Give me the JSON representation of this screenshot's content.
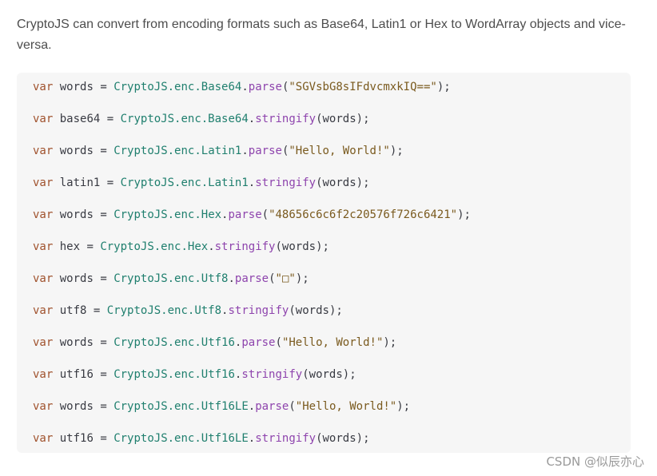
{
  "intro": {
    "text": "CryptoJS can convert from encoding formats such as Base64, Latin1 or Hex to WordArray objects and vice-versa."
  },
  "code": {
    "lines": [
      {
        "kw": "var",
        "var": "words",
        "obj": "CryptoJS.enc.Base64",
        "fn": "parse",
        "arg": "\"SGVsbG8sIFdvcmxkIQ==\"",
        "arg_type": "string"
      },
      {
        "kw": "var",
        "var": "base64",
        "obj": "CryptoJS.enc.Base64",
        "fn": "stringify",
        "arg": "words",
        "arg_type": "plain"
      },
      {
        "kw": "var",
        "var": "words",
        "obj": "CryptoJS.enc.Latin1",
        "fn": "parse",
        "arg": "\"Hello, World!\"",
        "arg_type": "string"
      },
      {
        "kw": "var",
        "var": "latin1",
        "obj": "CryptoJS.enc.Latin1",
        "fn": "stringify",
        "arg": "words",
        "arg_type": "plain"
      },
      {
        "kw": "var",
        "var": "words",
        "obj": "CryptoJS.enc.Hex",
        "fn": "parse",
        "arg": "\"48656c6c6f2c20576f726c6421\"",
        "arg_type": "string"
      },
      {
        "kw": "var",
        "var": "hex",
        "obj": "CryptoJS.enc.Hex",
        "fn": "stringify",
        "arg": "words",
        "arg_type": "plain"
      },
      {
        "kw": "var",
        "var": "words",
        "obj": "CryptoJS.enc.Utf8",
        "fn": "parse",
        "arg": "\"□\"",
        "arg_type": "string"
      },
      {
        "kw": "var",
        "var": "utf8",
        "obj": "CryptoJS.enc.Utf8",
        "fn": "stringify",
        "arg": "words",
        "arg_type": "plain"
      },
      {
        "kw": "var",
        "var": "words",
        "obj": "CryptoJS.enc.Utf16",
        "fn": "parse",
        "arg": "\"Hello, World!\"",
        "arg_type": "string"
      },
      {
        "kw": "var",
        "var": "utf16",
        "obj": "CryptoJS.enc.Utf16",
        "fn": "stringify",
        "arg": "words",
        "arg_type": "plain"
      },
      {
        "kw": "var",
        "var": "words",
        "obj": "CryptoJS.enc.Utf16LE",
        "fn": "parse",
        "arg": "\"Hello, World!\"",
        "arg_type": "string"
      },
      {
        "kw": "var",
        "var": "utf16",
        "obj": "CryptoJS.enc.Utf16LE",
        "fn": "stringify",
        "arg": "words",
        "arg_type": "plain"
      }
    ]
  },
  "watermark": {
    "text": "CSDN @似辰亦心"
  },
  "colors": {
    "background": "#ffffff",
    "code_background": "#f6f6f6",
    "keyword": "#a0522d",
    "object": "#1f7f6e",
    "function": "#8e44ad",
    "string": "#7a5a1e"
  }
}
